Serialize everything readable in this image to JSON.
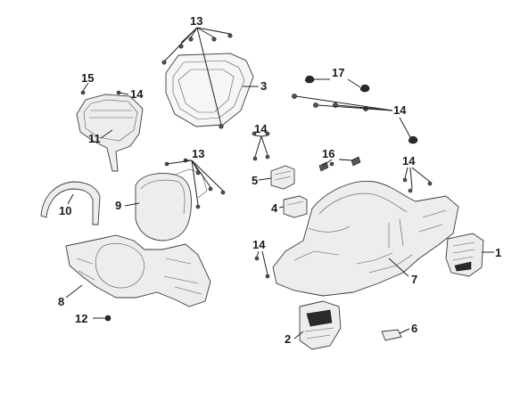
{
  "callouts": [
    {
      "id": "c1",
      "text": "1"
    },
    {
      "id": "c2",
      "text": "2"
    },
    {
      "id": "c3",
      "text": "3"
    },
    {
      "id": "c4",
      "text": "4"
    },
    {
      "id": "c5",
      "text": "5"
    },
    {
      "id": "c6",
      "text": "6"
    },
    {
      "id": "c7",
      "text": "7"
    },
    {
      "id": "c8",
      "text": "8"
    },
    {
      "id": "c9",
      "text": "9"
    },
    {
      "id": "c10",
      "text": "10"
    },
    {
      "id": "c11",
      "text": "11"
    },
    {
      "id": "c12",
      "text": "12"
    },
    {
      "id": "c13a",
      "text": "13"
    },
    {
      "id": "c13b",
      "text": "13"
    },
    {
      "id": "c14a",
      "text": "14"
    },
    {
      "id": "c14b",
      "text": "14"
    },
    {
      "id": "c14c",
      "text": "14"
    },
    {
      "id": "c14d",
      "text": "14"
    },
    {
      "id": "c14e",
      "text": "14"
    },
    {
      "id": "c15",
      "text": "15"
    },
    {
      "id": "c16",
      "text": "16"
    },
    {
      "id": "c17",
      "text": "17"
    }
  ]
}
